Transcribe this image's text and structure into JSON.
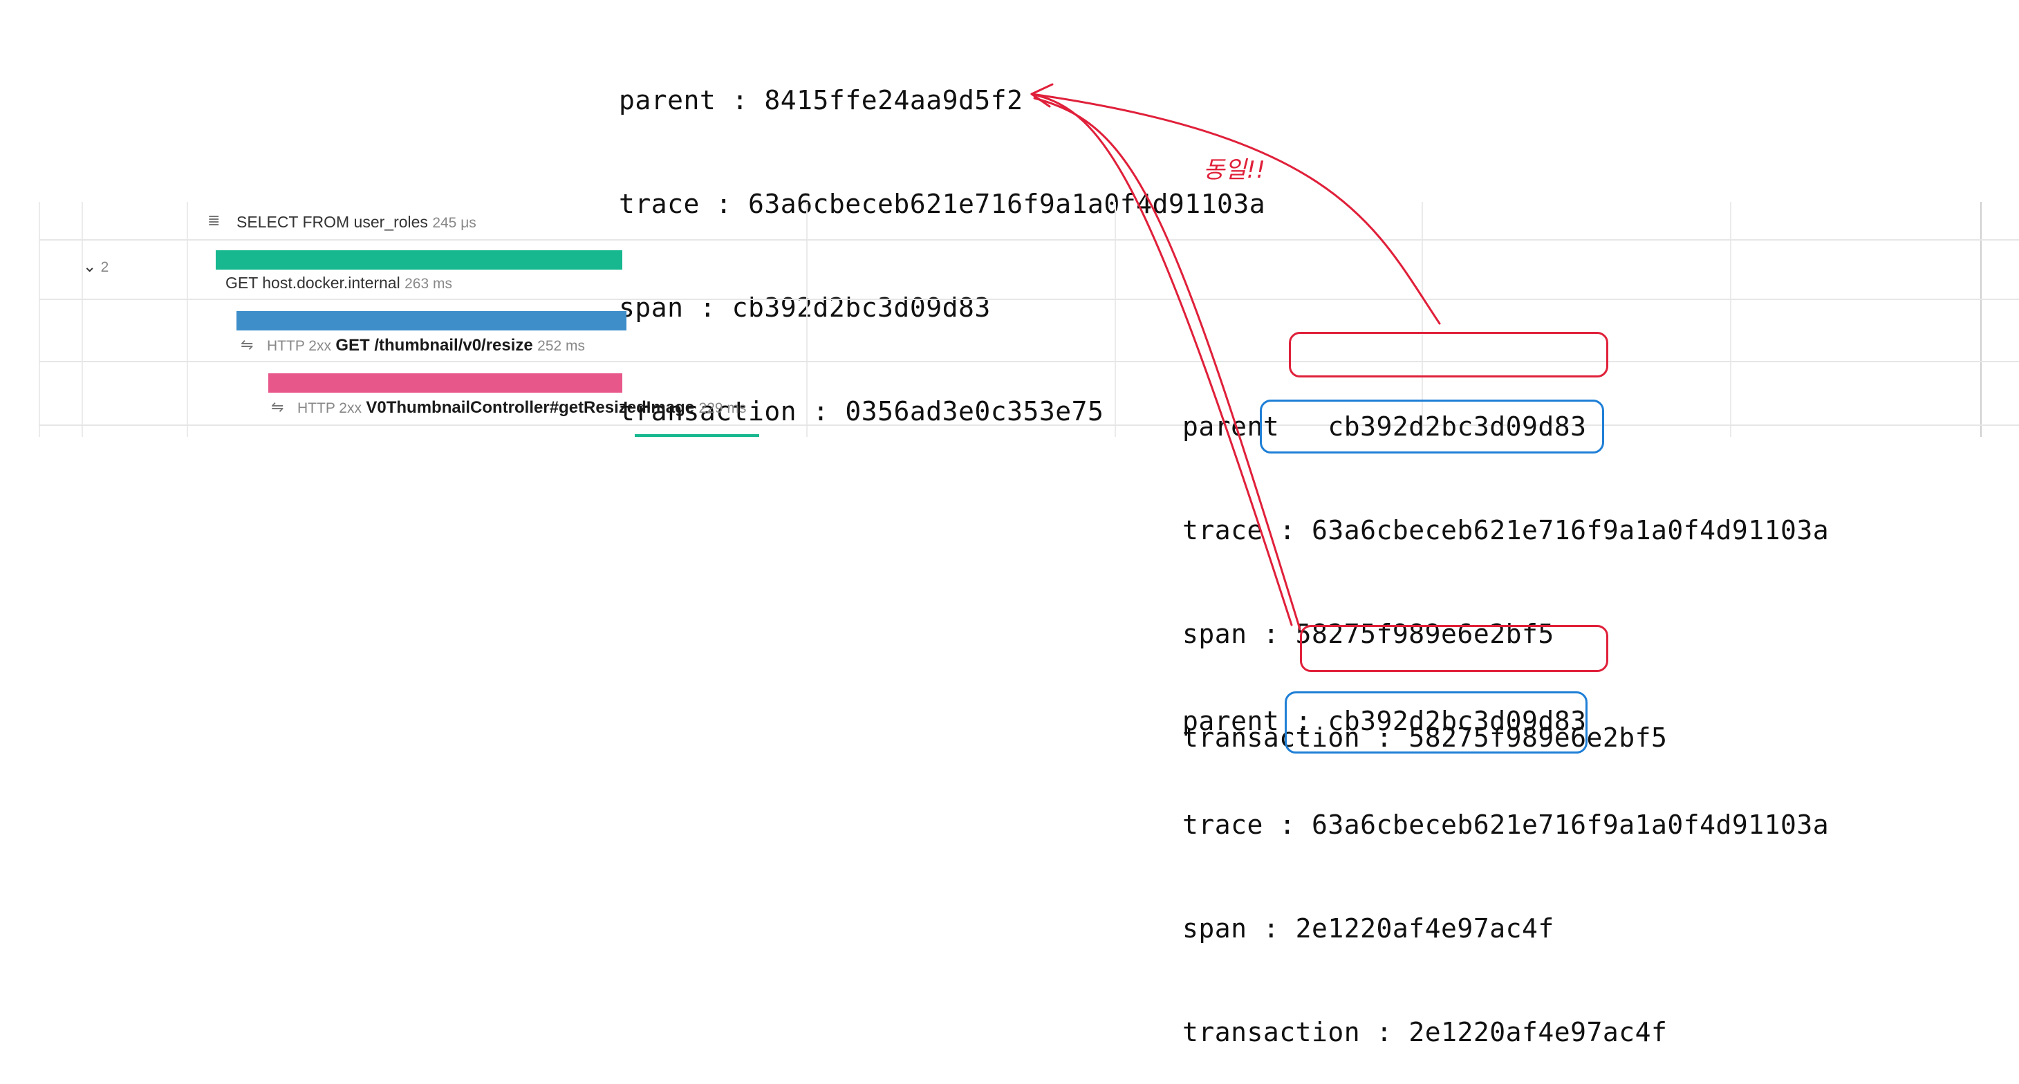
{
  "top_ids": [
    {
      "key": "parent",
      "value": "8415ffe24aa9d5f2"
    },
    {
      "key": "trace",
      "value": "63a6cbeceb621e716f9a1a0f4d91103a"
    },
    {
      "key": "span",
      "value": "cb392d2bc3d09d83"
    },
    {
      "key": "transaction",
      "value": "0356ad3e0c353e75"
    }
  ],
  "middle_ids": [
    {
      "key": "parent",
      "value": "cb392d2bc3d09d83"
    },
    {
      "key": "trace",
      "value": "63a6cbeceb621e716f9a1a0f4d91103a"
    },
    {
      "key": "span",
      "value": "58275f989e6e2bf5"
    },
    {
      "key": "transaction",
      "value": "58275f989e6e2bf5"
    }
  ],
  "bottom_ids": [
    {
      "key": "parent",
      "value": "cb392d2bc3d09d83"
    },
    {
      "key": "trace",
      "value": "63a6cbeceb621e716f9a1a0f4d91103a"
    },
    {
      "key": "span",
      "value": "2e1220af4e97ac4f"
    },
    {
      "key": "transaction",
      "value": "2e1220af4e97ac4f"
    }
  ],
  "annotation": "동일!!",
  "trace_rows": [
    {
      "name": "SELECT FROM user_roles",
      "duration": "245 μs",
      "icon": "database-icon"
    },
    {
      "toggle_count": "2",
      "name": "GET host.docker.internal",
      "duration": "263 ms",
      "bar_color": "#17b890"
    },
    {
      "status": "HTTP 2xx",
      "name": "GET /thumbnail/v0/resize",
      "duration": "252 ms",
      "bar_color": "#3d8ec9",
      "icon": "http-icon"
    },
    {
      "status": "HTTP 2xx",
      "name": "V0ThumbnailController#getResizedImage",
      "duration": "229 ms",
      "bar_color": "#e8578a",
      "icon": "http-icon"
    }
  ],
  "colors": {
    "annotation_red": "#e0203a",
    "highlight_blue": "#1f7fd6"
  }
}
